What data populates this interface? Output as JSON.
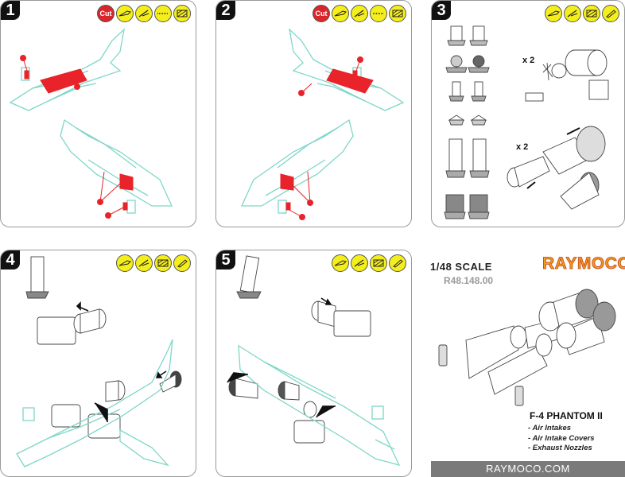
{
  "steps": [
    {
      "number": "1",
      "tools": [
        "cut",
        "knife",
        "sanding-stick",
        "file",
        "sandpaper"
      ]
    },
    {
      "number": "2",
      "tools": [
        "cut",
        "knife",
        "sanding-stick",
        "file",
        "sandpaper"
      ]
    },
    {
      "number": "3",
      "tools": [
        "knife",
        "sanding-stick",
        "sandpaper",
        "glue"
      ]
    },
    {
      "number": "4",
      "tools": [
        "knife",
        "sanding-stick",
        "sandpaper",
        "glue"
      ]
    },
    {
      "number": "5",
      "tools": [
        "knife",
        "sanding-stick",
        "sandpaper",
        "glue"
      ]
    }
  ],
  "tool_labels": {
    "cut": "Cut"
  },
  "multipliers": {
    "first": "x 2",
    "second": "x 2"
  },
  "product": {
    "scale": "1/48 SCALE",
    "code": "R48.148.00",
    "brand": "RAYMOCO",
    "title": "F-4 PHANTOM II",
    "items": [
      "- Air Intakes",
      "- Air Intake Covers",
      "- Exhaust Nozzles"
    ],
    "website": "RAYMOCO.COM"
  },
  "colors": {
    "accent_red": "#e8232a",
    "outline_green": "#7fd6c8",
    "tool_yellow": "#f4ee1c",
    "brand_orange": "#f29a1e",
    "footer_gray": "#7a7a7a"
  }
}
